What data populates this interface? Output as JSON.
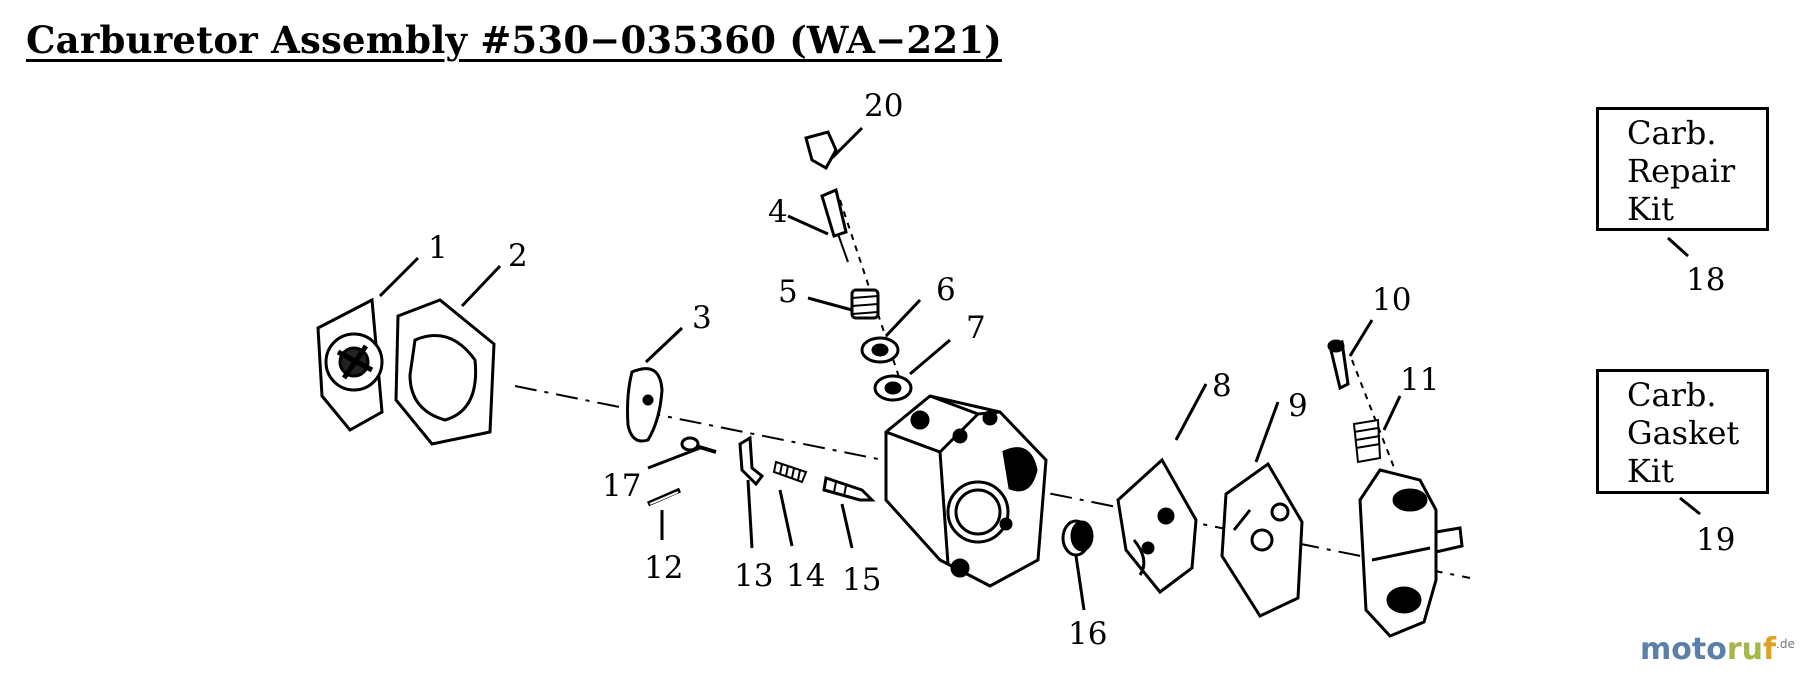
{
  "title": "Carburetor Assembly #530−035360 (WA−221)",
  "callouts": {
    "c1": "1",
    "c2": "2",
    "c3": "3",
    "c4": "4",
    "c5": "5",
    "c6": "6",
    "c7": "7",
    "c8": "8",
    "c9": "9",
    "c10": "10",
    "c11": "11",
    "c12": "12",
    "c13": "13",
    "c14": "14",
    "c15": "15",
    "c16": "16",
    "c17": "17",
    "c18": "18",
    "c19": "19",
    "c20": "20"
  },
  "kits": {
    "repair": {
      "line1": "Carb.",
      "line2": "Repair",
      "line3": "Kit"
    },
    "gasket": {
      "line1": "Carb.",
      "line2": "Gasket",
      "line3": "Kit"
    }
  },
  "watermark": {
    "part1": "moto",
    "part2": "ru",
    "part3": "f",
    "suffix": ".de"
  }
}
